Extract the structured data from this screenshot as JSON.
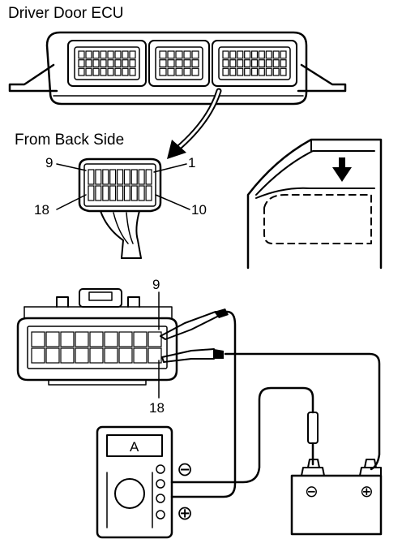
{
  "labels": {
    "title": "Driver Door ECU",
    "back_side": "From Back Side",
    "pin_9_top": "9",
    "pin_1": "1",
    "pin_18_left": "18",
    "pin_10": "10",
    "meas_pin_9": "9",
    "meas_pin_18": "18",
    "meter_display": "A",
    "meter_minus": "⊖",
    "meter_plus": "⊕",
    "battery_minus": "⊖",
    "battery_plus": "⊕"
  },
  "icons": {
    "pointer_arrow": "curved-arrow-icon",
    "window_arrow": "down-arrow-icon"
  },
  "colors": {
    "ink": "#000000",
    "paper": "#ffffff"
  }
}
